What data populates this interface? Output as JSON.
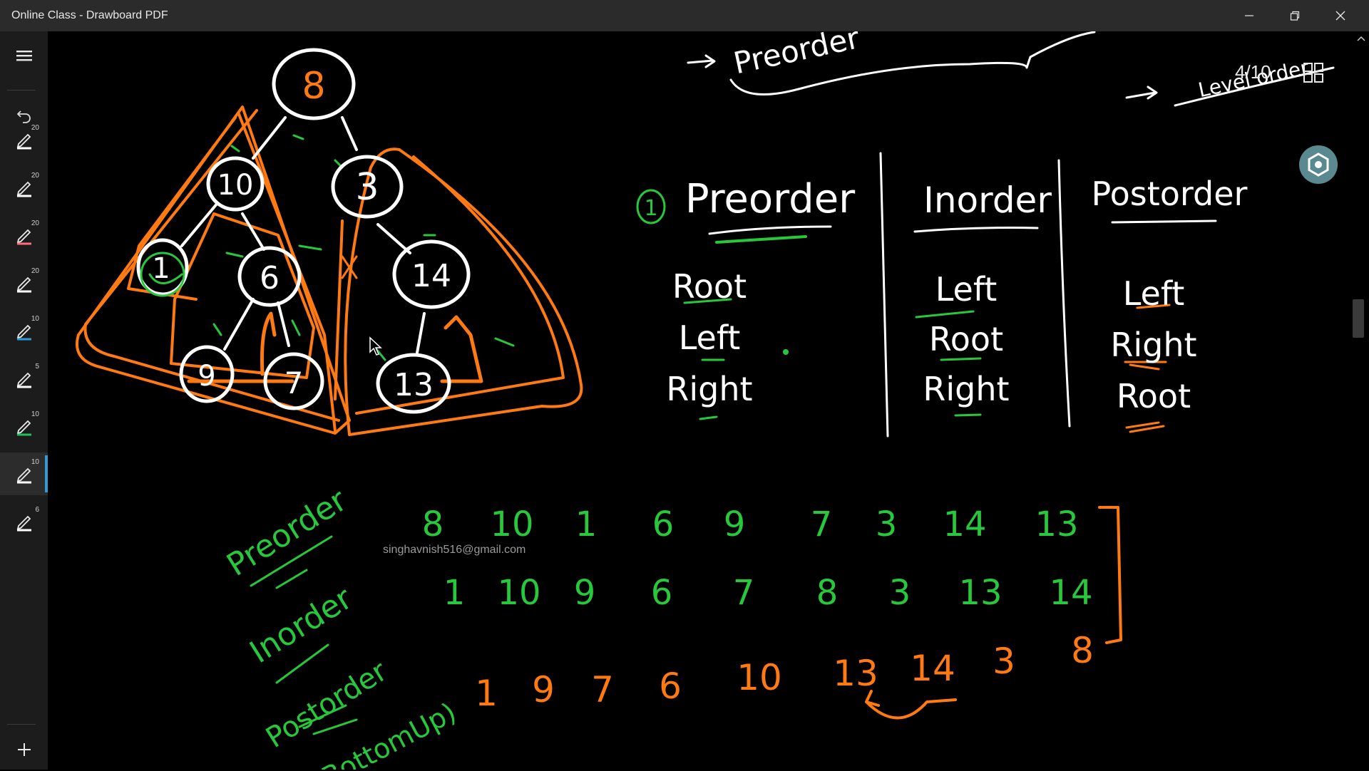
{
  "window": {
    "title": "Online Class - Drawboard PDF",
    "minimize_icon": "minimize-icon",
    "restore_icon": "restore-icon",
    "close_icon": "close-icon"
  },
  "sidebar": {
    "menu_icon": "hamburger-icon",
    "undo_icon": "undo-icon",
    "pens": [
      {
        "size": "20",
        "color": "#ffffff"
      },
      {
        "size": "20",
        "color": "#ffffff"
      },
      {
        "size": "20",
        "color": "#ff6b81"
      },
      {
        "size": "20",
        "color": "#ffffff"
      },
      {
        "size": "10",
        "color": "#2e9bd6"
      },
      {
        "size": "5",
        "color": "#ffffff"
      },
      {
        "size": "10",
        "color": "#21c15a"
      },
      {
        "size": "10",
        "color": "#ffffff"
      },
      {
        "size": "6",
        "color": "#ffffff"
      }
    ],
    "add_icon": "plus-icon"
  },
  "page": {
    "counter": "4/10",
    "grid_icon": "grid-icon",
    "float_icon": "target-icon"
  },
  "watermark": "singhavnish516@gmail.com",
  "handwriting": {
    "colors": {
      "white": "#ffffff",
      "orange": "#ff7a12",
      "green": "#28c83c"
    },
    "tree_nodes": [
      "8",
      "10",
      "3",
      "1",
      "6",
      "14",
      "9",
      "7",
      "13"
    ],
    "top_notes": [
      "Preorder",
      "Level order"
    ],
    "bullet": "1",
    "headers": [
      "Preorder",
      "Inorder",
      "Postorder"
    ],
    "preorder_rule": [
      "Root",
      "Left",
      "Right"
    ],
    "inorder_rule": [
      "Left",
      "Root",
      "Right"
    ],
    "postorder_rule": [
      "Left",
      "Right",
      "Root"
    ],
    "row_labels": [
      "Preorder",
      "Inorder",
      "Postorder"
    ],
    "bottom_up_label": "(BottomUp)",
    "preorder_seq": [
      "8",
      "10",
      "1",
      "6",
      "9",
      "7",
      "3",
      "14",
      "13"
    ],
    "inorder_seq": [
      "1",
      "10",
      "9",
      "6",
      "7",
      "8",
      "3",
      "13",
      "14"
    ],
    "postorder_seq": [
      "1",
      "9",
      "7",
      "6",
      "10",
      "13",
      "14",
      "3",
      "8"
    ]
  }
}
